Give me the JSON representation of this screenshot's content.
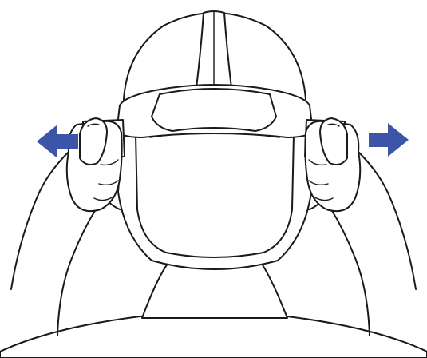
{
  "diagram": {
    "subject": "vr-headset-strap-adjustment",
    "colors": {
      "arrow_fill": "#3d55a8",
      "line": "#1a1a1a",
      "background": "#ffffff"
    },
    "arrows": [
      {
        "name": "left-arrow",
        "direction": "left"
      },
      {
        "name": "right-arrow",
        "direction": "right"
      }
    ]
  }
}
